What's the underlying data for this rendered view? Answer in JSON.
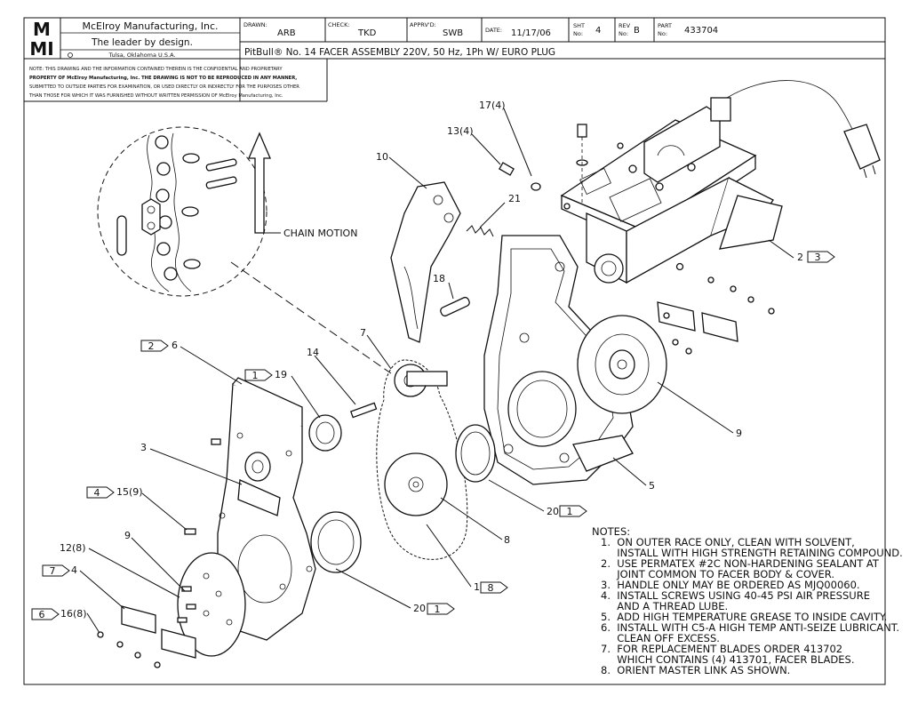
{
  "title_block": {
    "logo_letters": "MMI",
    "company": "McElroy Manufacturing, Inc.",
    "tagline": "The leader by design.",
    "location": "Tulsa, Oklahoma U.S.A.",
    "drawn_label": "DRAWN:",
    "drawn_value": "ARB",
    "check_label": "CHECK:",
    "check_value": "TKD",
    "apprvd_label": "APPRV'D:",
    "apprvd_value": "SWB",
    "date_label": "DATE:",
    "date_value": "11/17/06",
    "sht_label_1": "SHT",
    "sht_label_2": "No:",
    "sht_value": "4",
    "rev_label_1": "REV",
    "rev_label_2": "No:",
    "rev_value": "B",
    "part_label_1": "PART",
    "part_label_2": "No:",
    "part_value": "433704",
    "drawing_title": "PitBull® No. 14 FACER ASSEMBLY 220V, 50 Hz, 1Ph W/ EURO PLUG",
    "disclaimer_lines": [
      "NOTE: THIS DRAWING AND THE INFORMATION CONTAINED THEREIN IS THE CONFIDENTIAL AND PROPRIETARY",
      "PROPERTY OF McElroy Manufacturing, Inc. THE DRAWING IS NOT TO BE REPRODUCED IN ANY MANNER,",
      "SUBMITTED TO OUTSIDE PARTIES FOR EXAMINATION, OR USED DIRECTLY OR INDIRECTLY FOR THE PURPOSES OTHER",
      "THAN THOSE FOR WHICH IT WAS FURNISHED WITHOUT WRITTEN PERMISSION OF McElroy Manufacturing, Inc."
    ]
  },
  "callouts": {
    "chain_motion": "CHAIN MOTION",
    "c17": "17(4)",
    "c13": "13(4)",
    "c10": "10",
    "c21": "21",
    "c18": "18",
    "c7": "7",
    "c14": "14",
    "c19": "19",
    "c3": "3",
    "c9a": "9",
    "c9b": "9",
    "c5": "5",
    "c8": "8",
    "c1_8": "1",
    "c1_8_note": "8",
    "c20a": "20",
    "c20a_note": "1",
    "c20b": "20",
    "c20b_note": "1",
    "c12": "12(8)",
    "c4": "4",
    "c4_note": "7",
    "c15": "15(9)",
    "c15_note": "4",
    "c16": "16(8)",
    "c16_note": "6",
    "c6": "6",
    "c6_note": "2",
    "c19_note": "1",
    "c2": "2",
    "c2_note": "3"
  },
  "notes": {
    "heading": "NOTES:",
    "lines": [
      "1.  ON OUTER RACE ONLY, CLEAN WITH SOLVENT,",
      "     INSTALL WITH HIGH STRENGTH RETAINING COMPOUND.",
      "2.  USE PERMATEX #2C NON-HARDENING SEALANT AT",
      "     JOINT COMMON TO FACER BODY & COVER.",
      "3.  HANDLE ONLY MAY BE ORDERED AS MJQ00060.",
      "4.  INSTALL SCREWS USING 40-45 PSI AIR PRESSURE",
      "     AND A THREAD LUBE.",
      "5.  ADD HIGH TEMPERATURE GREASE TO INSIDE CAVITY.",
      "6.  INSTALL WITH C5-A HIGH TEMP ANTI-SEIZE LUBRICANT.",
      "     CLEAN OFF EXCESS.",
      "7.  FOR REPLACEMENT BLADES ORDER 413702",
      "     WHICH CONTAINS (4) 413701, FACER BLADES.",
      "8.  ORIENT MASTER LINK AS SHOWN."
    ]
  }
}
